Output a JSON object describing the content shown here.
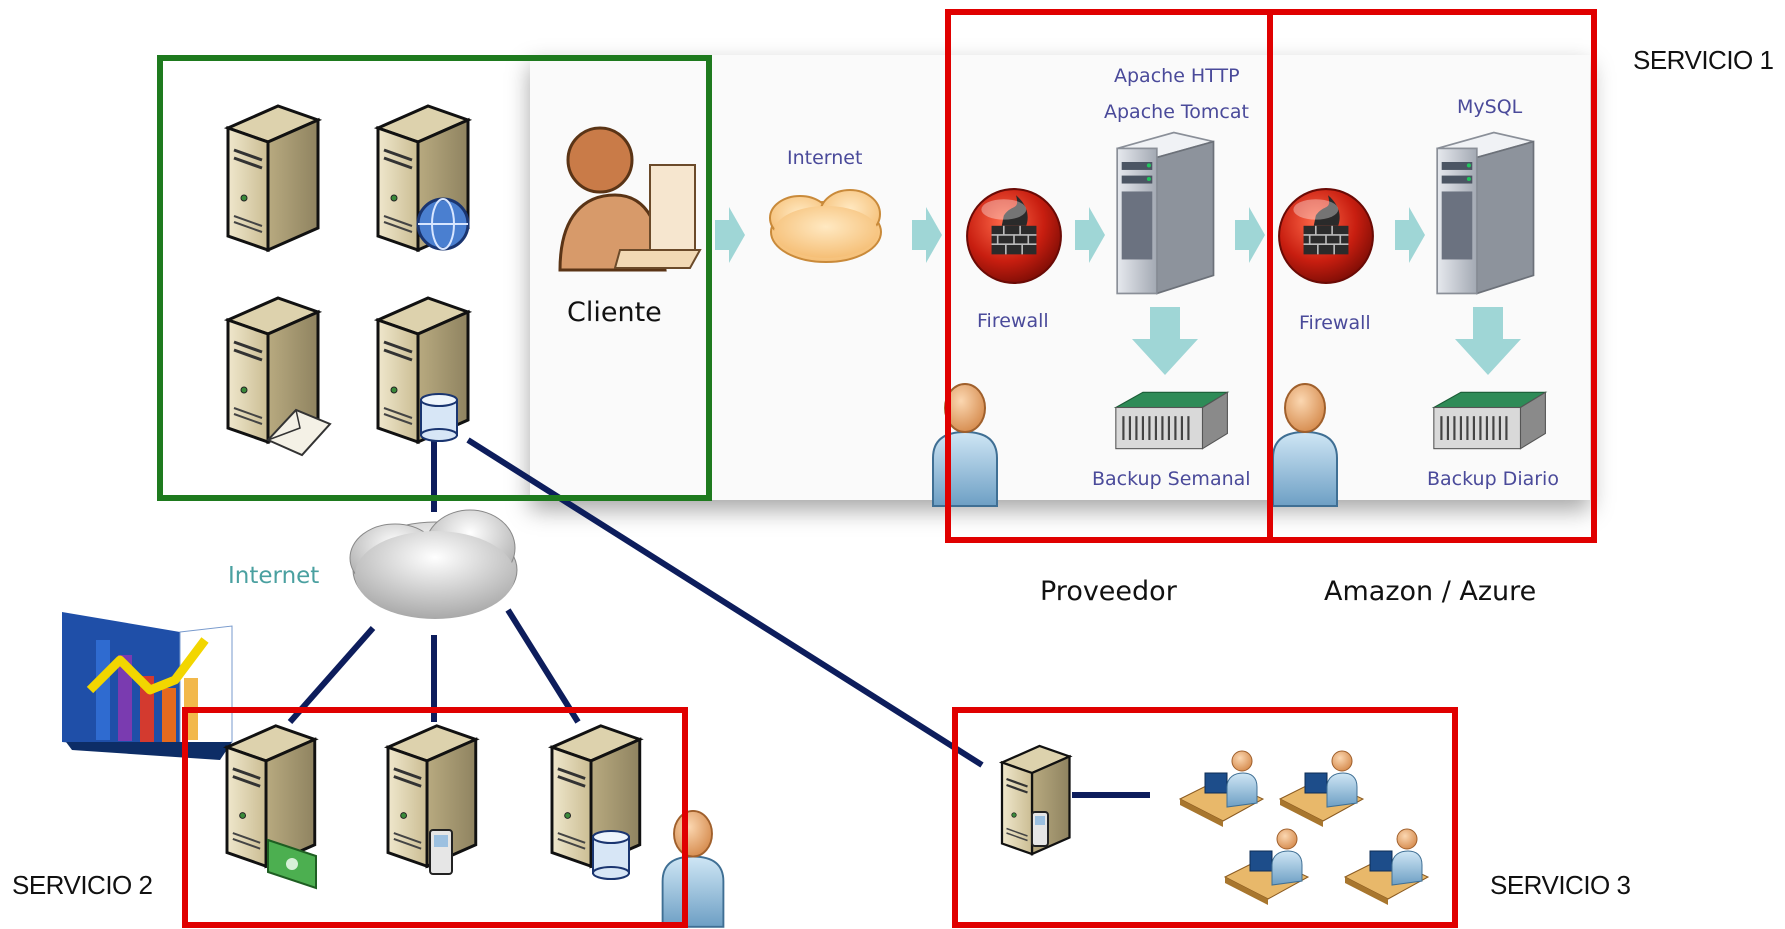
{
  "labels": {
    "servicio1": "SERVICIO 1",
    "servicio2": "SERVICIO 2",
    "servicio3": "SERVICIO 3",
    "cliente": "Cliente",
    "internet_top": "Internet",
    "internet_bottom": "Internet",
    "apache_http": "Apache HTTP",
    "apache_tomcat": "Apache Tomcat",
    "mysql": "MySQL",
    "firewall_1": "Firewall",
    "firewall_2": "Firewall",
    "backup_semanal": "Backup Semanal",
    "backup_diario": "Backup Diario",
    "proveedor": "Proveedor",
    "amazon_azure": "Amazon / Azure"
  },
  "colors": {
    "group_green": "#1e7a1e",
    "group_red": "#e00000",
    "connector": "#0d1d5c",
    "flow_arrow": "#9fd6d6"
  }
}
